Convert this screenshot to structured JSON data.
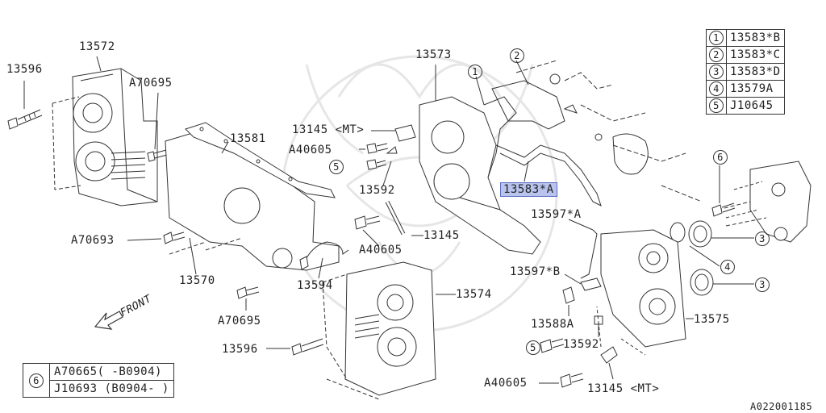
{
  "labels": {
    "p13596_top": "13596",
    "p13572": "13572",
    "a70695_top": "A70695",
    "p13581": "13581",
    "a70693": "A70693",
    "p13570": "13570",
    "p13594": "13594",
    "a70695_bot": "A70695",
    "p13596_bot": "13596",
    "p13573": "13573",
    "p13145_mt_top": "13145 <MT>",
    "a40605_top": "A40605",
    "p13592_left": "13592",
    "p13145_mid": "13145",
    "a40605_mid": "A40605",
    "p13574": "13574",
    "p13583a": "13583*A",
    "p13597a": "13597*A",
    "p13597b": "13597*B",
    "p13588a": "13588A",
    "p13592_right": "13592",
    "p13575": "13575",
    "a40605_bot": "A40605",
    "p13145_mt_bot": "13145 <MT>",
    "diagram_id": "A022001185",
    "callout_1": "1",
    "callout_2": "2",
    "callout_3a": "3",
    "callout_3b": "3",
    "callout_4": "4",
    "callout_5a": "5",
    "callout_5b": "5",
    "callout_6": "6"
  },
  "front_label": "FRONT",
  "legend": [
    {
      "ref": "1",
      "part": "13583*B"
    },
    {
      "ref": "2",
      "part": "13583*C"
    },
    {
      "ref": "3",
      "part": "13583*D"
    },
    {
      "ref": "4",
      "part": "13579A"
    },
    {
      "ref": "5",
      "part": "J10645"
    }
  ],
  "note": {
    "ref": "6",
    "rows": [
      "A70665( -B0904)",
      "J10693 (B0904- )"
    ]
  },
  "colors": {
    "highlight_bg": "#b8c4ee",
    "highlight_border": "#5a6cc0",
    "line": "#333333",
    "watermark": "#ececec"
  }
}
